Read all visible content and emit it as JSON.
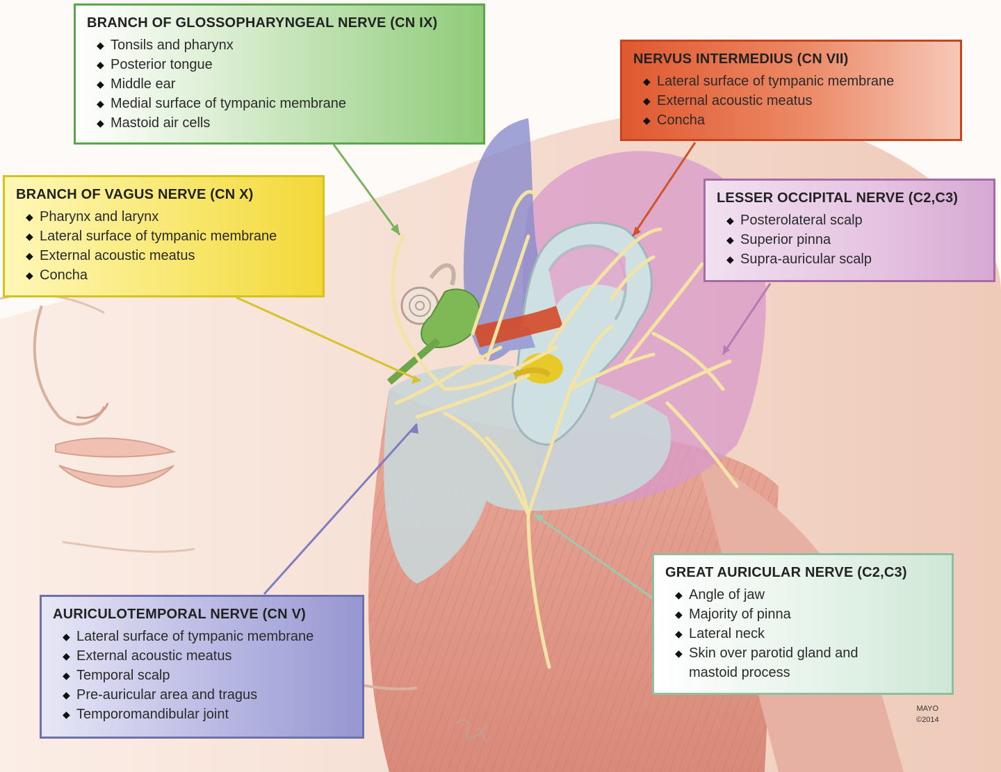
{
  "labels": {
    "glossopharyngeal": {
      "title": "BRANCH OF GLOSSOPHARYNGEAL NERVE (CN IX)",
      "items": [
        "Tonsils and pharynx",
        "Posterior tongue",
        "Middle ear",
        "Medial surface of tympanic membrane",
        "Mastoid air cells"
      ],
      "color": "#5aa64a"
    },
    "vagus": {
      "title": "BRANCH OF VAGUS NERVE (CN X)",
      "items": [
        "Pharynx and larynx",
        "Lateral surface of tympanic membrane",
        "External acoustic meatus",
        "Concha"
      ],
      "color": "#d7c21b"
    },
    "intermedius": {
      "title": "NERVUS INTERMEDIUS (CN VII)",
      "items": [
        "Lateral surface of tympanic membrane",
        "External acoustic meatus",
        "Concha"
      ],
      "color": "#c8441f"
    },
    "lesser_occipital": {
      "title": "LESSER OCCIPITAL NERVE (C2,C3)",
      "items": [
        "Posterolateral scalp",
        "Superior pinna",
        "Supra-auricular scalp"
      ],
      "color": "#a86aa6"
    },
    "auriculotemporal": {
      "title": "AURICULOTEMPORAL NERVE (CN V)",
      "items": [
        "Lateral surface of tympanic membrane",
        "External acoustic meatus",
        "Temporal scalp",
        "Pre-auricular area and tragus",
        "Temporomandibular joint"
      ],
      "color": "#6f6fae"
    },
    "great_auricular": {
      "title": "GREAT AURICULAR NERVE (C2,C3)",
      "items": [
        "Angle of jaw",
        "Majority of pinna",
        "Lateral neck",
        "Skin over parotid gland and",
        "mastoid process"
      ],
      "color": "#8cbf9f"
    }
  },
  "credit": {
    "line1": "MAYO",
    "line2": "©2014"
  }
}
